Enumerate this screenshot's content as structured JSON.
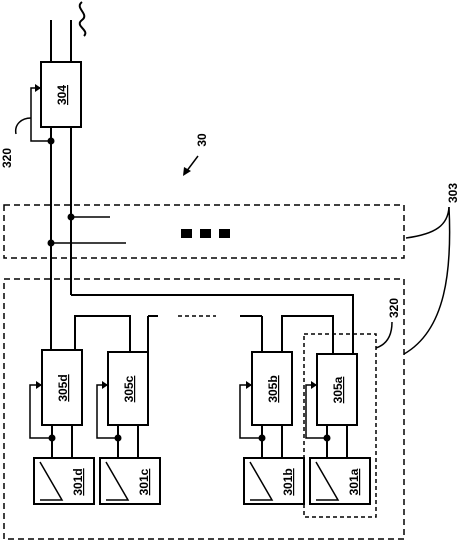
{
  "labels": {
    "system": "30",
    "bus": "303",
    "feedback_top": "320",
    "feedback_right": "320",
    "controller_main": "304",
    "converter_d": "305d",
    "converter_c": "305c",
    "converter_b": "305b",
    "converter_a": "305a",
    "panel_d": "301d",
    "panel_c": "301c",
    "panel_b": "301b",
    "panel_a": "301a"
  },
  "colors": {
    "ink": "#000000",
    "background": "#ffffff"
  },
  "icons": {
    "ellipsis": "three-filled-squares",
    "break_mark": "wavy-line",
    "pv_panel": "triangle-in-box"
  }
}
